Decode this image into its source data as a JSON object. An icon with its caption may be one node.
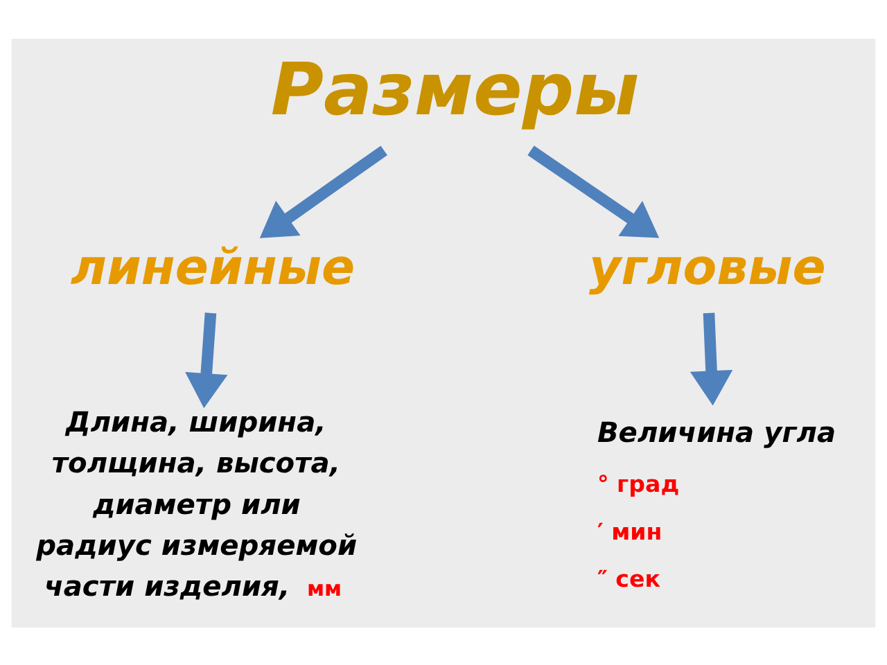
{
  "diagram": {
    "nodes": [
      {
        "text": [
          "Размеры"
        ]
      },
      {
        "text": [
          "линейные"
        ]
      },
      {
        "text": [
          "угловые"
        ]
      },
      {
        "text": [
          "Длина, ширина, толщина, высота, диаметр или радиус измеряемой части изделия,",
          "мм"
        ]
      },
      {
        "text": [
          "Величина угла",
          "° град",
          "′ мин",
          "″ сек"
        ]
      }
    ],
    "edges": [
      {
        "from": 0,
        "to": 1,
        "arrow": "to"
      },
      {
        "from": 0,
        "to": 2,
        "arrow": "to"
      },
      {
        "from": 1,
        "to": 3,
        "arrow": "to"
      },
      {
        "from": 2,
        "to": 4,
        "arrow": "to"
      }
    ]
  }
}
